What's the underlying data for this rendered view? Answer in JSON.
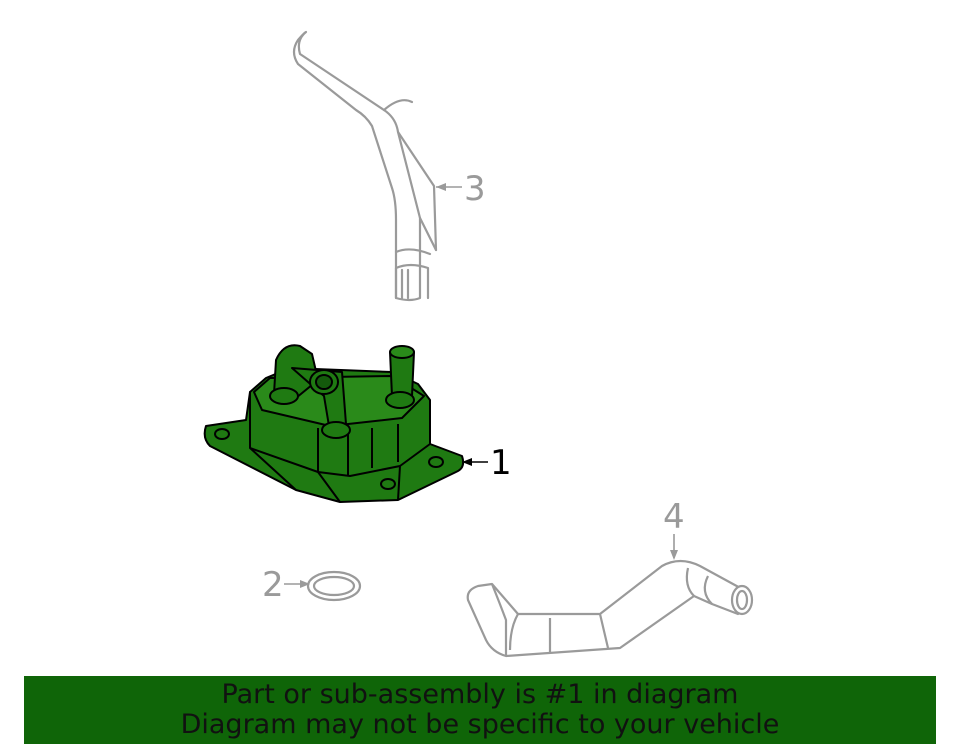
{
  "colors": {
    "highlight": "#1f7a12",
    "banner": "#0f6508",
    "muted": "#9a9a9a",
    "ink": "#000000"
  },
  "callouts": {
    "part1": "1",
    "part2": "2",
    "part3": "3",
    "part4": "4"
  },
  "banner": {
    "line1": "Part or sub-assembly is #1 in diagram",
    "line2": "Diagram may not be specific to your vehicle"
  }
}
